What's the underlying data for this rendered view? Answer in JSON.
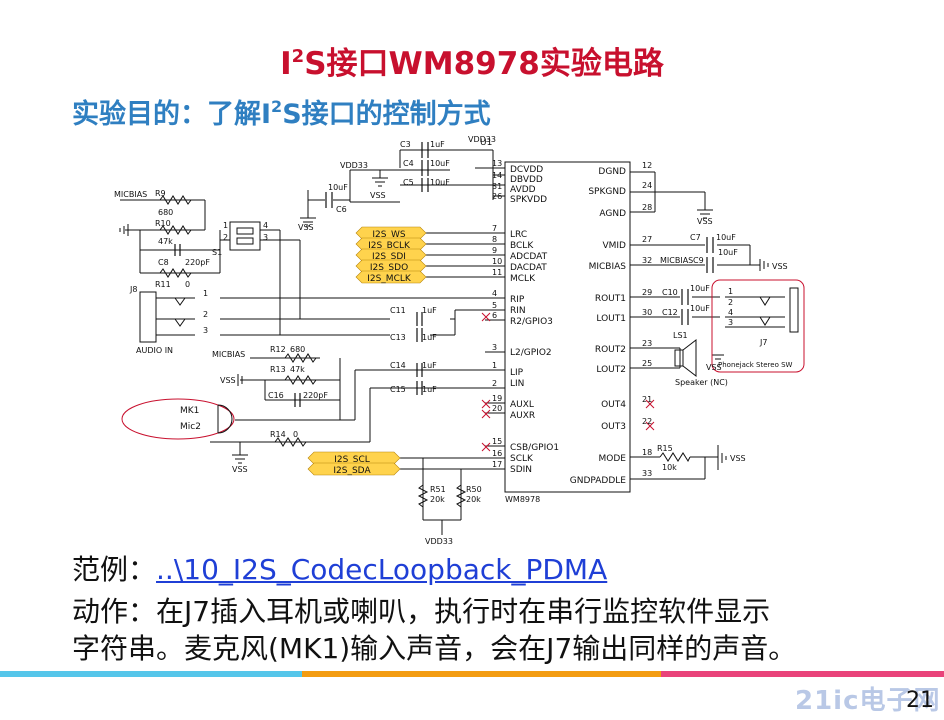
{
  "title": {
    "pre": "I",
    "sup": "2",
    "post": "S接口WM8978实验电路"
  },
  "subtitle": {
    "pre": "实验目的：了解I",
    "sup": "2",
    "post": "S接口的控制方式"
  },
  "schematic": {
    "chip": {
      "designator": "U1",
      "part": "WM8978",
      "power": "VDD33"
    },
    "left_pins": [
      {
        "name": "DCVDD",
        "num": "13"
      },
      {
        "name": "DBVDD",
        "num": "14"
      },
      {
        "name": "AVDD",
        "num": "31"
      },
      {
        "name": "SPKVDD",
        "num": "26"
      },
      {
        "name": "LRC",
        "num": "7"
      },
      {
        "name": "BCLK",
        "num": "8"
      },
      {
        "name": "ADCDAT",
        "num": "9"
      },
      {
        "name": "DACDAT",
        "num": "10"
      },
      {
        "name": "MCLK",
        "num": "11"
      },
      {
        "name": "RIP",
        "num": "4"
      },
      {
        "name": "RIN",
        "num": "5"
      },
      {
        "name": "R2/GPIO3",
        "num": "6"
      },
      {
        "name": "L2/GPIO2",
        "num": "3"
      },
      {
        "name": "LIP",
        "num": "1"
      },
      {
        "name": "LIN",
        "num": "2"
      },
      {
        "name": "AUXL",
        "num": "19"
      },
      {
        "name": "AUXR",
        "num": "20"
      },
      {
        "name": "CSB/GPIO1",
        "num": "15"
      },
      {
        "name": "SCLK",
        "num": "16"
      },
      {
        "name": "SDIN",
        "num": "17"
      }
    ],
    "right_pins": [
      {
        "name": "DGND",
        "num": "12"
      },
      {
        "name": "SPKGND",
        "num": "24"
      },
      {
        "name": "AGND",
        "num": "28"
      },
      {
        "name": "VMID",
        "num": "27"
      },
      {
        "name": "MICBIAS",
        "num": "32"
      },
      {
        "name": "ROUT1",
        "num": "29"
      },
      {
        "name": "LOUT1",
        "num": "30"
      },
      {
        "name": "ROUT2",
        "num": "23"
      },
      {
        "name": "LOUT2",
        "num": "25"
      },
      {
        "name": "OUT4",
        "num": "21"
      },
      {
        "name": "OUT3",
        "num": "22"
      },
      {
        "name": "MODE",
        "num": "18"
      },
      {
        "name": "GNDPADDLE",
        "num": "33"
      }
    ],
    "i2s_nets": [
      "I2S_WS",
      "I2S_BCLK",
      "I2S_SDI",
      "I2S_SDO",
      "I2S_MCLK"
    ],
    "i2c_nets": [
      "I2S_SCL",
      "I2S_SDA"
    ],
    "labels": {
      "vdd33": "VDD33",
      "vss": "VSS",
      "micbias": "MICBIAS",
      "c3": "C3",
      "c3v": "1uF",
      "c4": "C4",
      "c4v": "10uF",
      "c5": "C5",
      "c5v": "10uF",
      "c6": "C6",
      "c6v": "10uF",
      "r9": "R9",
      "r9v": "680",
      "r10": "R10",
      "r10v": "47k",
      "c8": "C8",
      "c8v": "220pF",
      "r11": "R11",
      "r11v": "0",
      "s1": "S1",
      "j8": "J8",
      "audio_in": "AUDIO IN",
      "c11": "C11",
      "c11v": "1uF",
      "c13": "C13",
      "c13v": "1uF",
      "r12": "R12",
      "r12v": "680",
      "r13": "R13",
      "r13v": "47k",
      "c16": "C16",
      "c16v": "220pF",
      "c14": "C14",
      "c14v": "1uF",
      "c15": "C15",
      "c15v": "1uF",
      "mk1": "MK1",
      "mic2": "Mic2",
      "r14": "R14",
      "r14v": "0",
      "r51": "R51",
      "r51v": "20k",
      "r50": "R50",
      "r50v": "20k",
      "c7": "C7",
      "c7v": "10uF",
      "c9": "C9",
      "c9v": "10uF",
      "micbias_net": "MICBIAS",
      "c10": "C10",
      "c10v": "10uF",
      "c12": "C12",
      "c12v": "10uF",
      "ls1": "LS1",
      "speaker": "Speaker (NC)",
      "j7": "J7",
      "phonejack": "Phonejack Stereo SW",
      "r15": "R15",
      "r15v": "10k",
      "pin_1": "1",
      "pin_2": "2",
      "pin_3": "3",
      "pin_4": "4"
    }
  },
  "example": {
    "label": "范例：",
    "path": "..\\10_I2S_CodecLoopback_PDMA"
  },
  "action_line1": "动作：在J7插入耳机或喇叭，执行时在串行监控软件显示",
  "action_line2": "字符串。麦克风(MK1)输入声音，会在J7输出同样的声音。",
  "page_number": "21",
  "watermark": "21ic电子网",
  "colors": {
    "title": "#c8102e",
    "subtitle": "#2f7fc1",
    "net_label": "#ffd34d",
    "micbias_outline": "#c8102e"
  }
}
